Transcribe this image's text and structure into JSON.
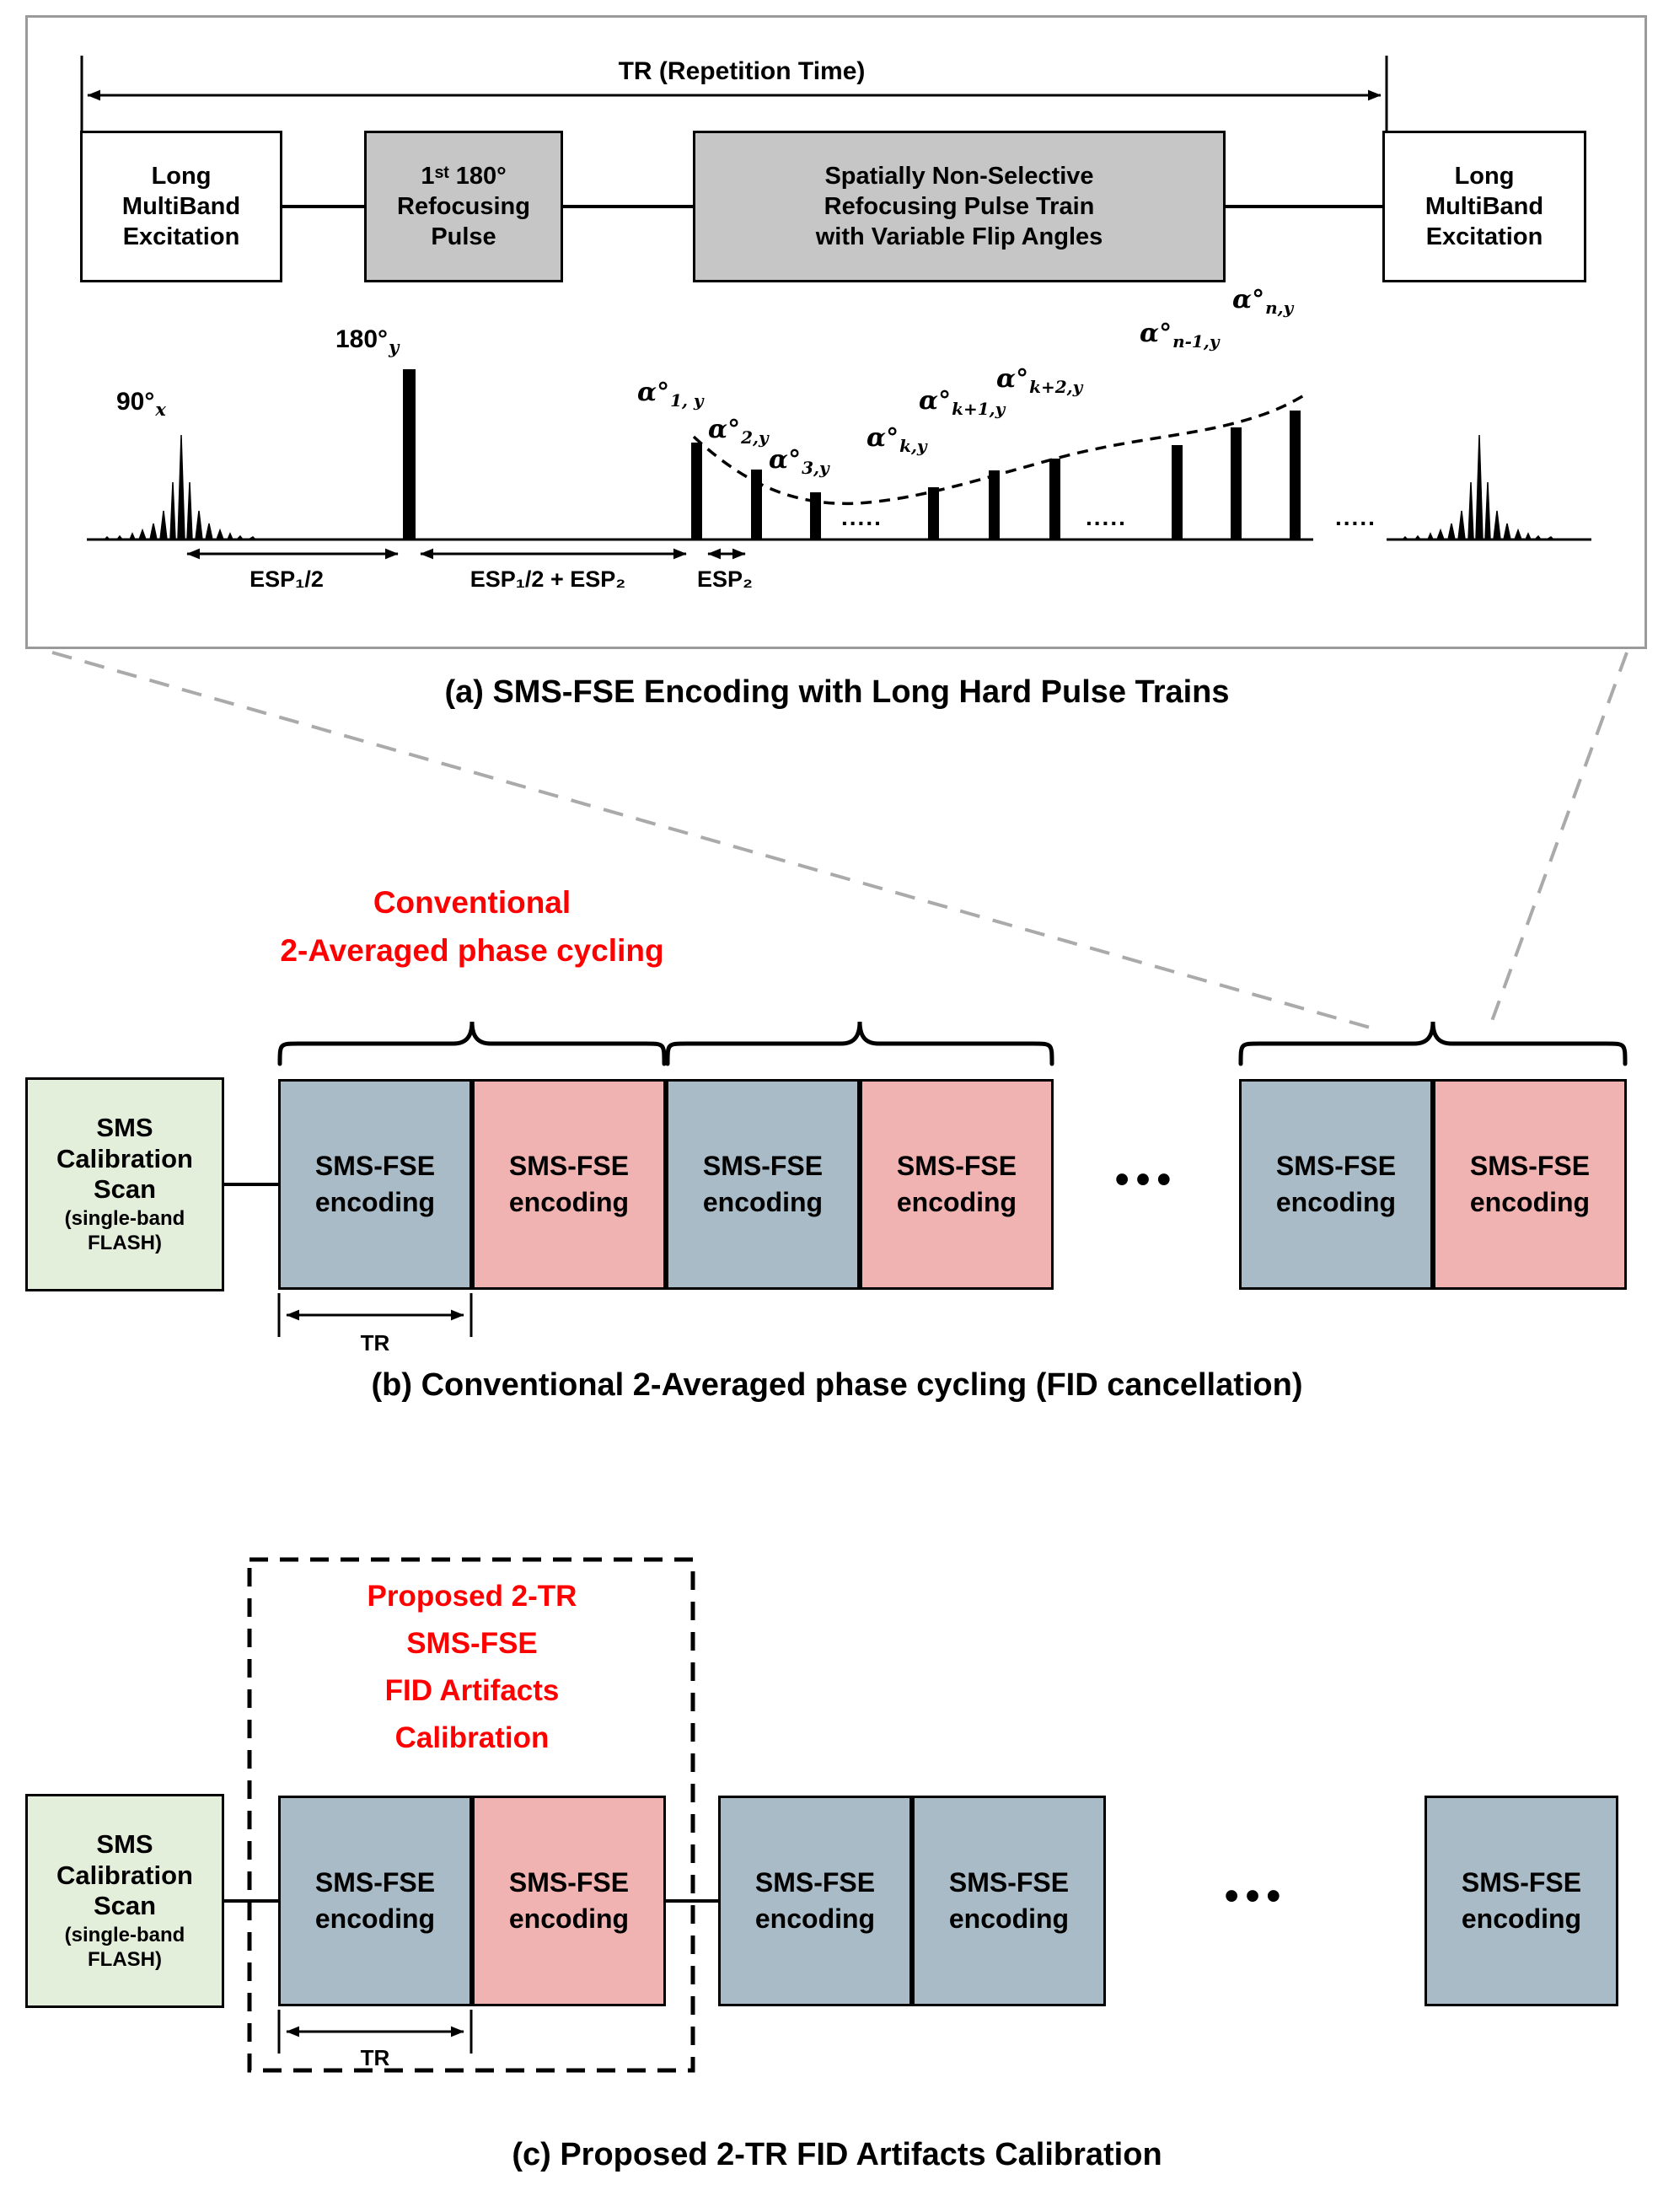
{
  "panel_a": {
    "caption": "(a) SMS-FSE Encoding with Long Hard Pulse Trains",
    "tr_label": "TR (Repetition Time)",
    "boxes": {
      "excitation_left": "Long\nMultiBand\nExcitation",
      "refocus_180": "1ˢᵗ 180°\nRefocusing\nPulse",
      "pulse_train": "Spatially Non-Selective\nRefocusing Pulse Train\nwith Variable Flip Angles",
      "excitation_right": "Long\nMultiBand\nExcitation"
    },
    "pulses": {
      "p90": {
        "base": "90°",
        "sub": "x"
      },
      "p180": {
        "base": "180°",
        "sub": "y"
      },
      "alphas": [
        {
          "base": "α°",
          "sub": "1, y"
        },
        {
          "base": "α°",
          "sub": "2,y"
        },
        {
          "base": "α°",
          "sub": "3,y"
        },
        {
          "base": "α°",
          "sub": "k,y"
        },
        {
          "base": "α°",
          "sub": "k+1,y"
        },
        {
          "base": "α°",
          "sub": "k+2,y"
        },
        {
          "base": "α°",
          "sub": "n-1,y"
        },
        {
          "base": "α°",
          "sub": "n,y"
        }
      ],
      "dots": "....."
    },
    "timing": {
      "esp1_half": "ESP₁/2",
      "esp1_half_plus_esp2": "ESP₁/2 + ESP₂",
      "esp2": "ESP₂"
    }
  },
  "panel_b": {
    "caption": "(b) Conventional 2-Averaged phase cycling (FID cancellation)",
    "highlight": "Conventional\n2-Averaged phase cycling",
    "calibration_box": {
      "title": "SMS\nCalibration\nScan",
      "subtitle": "(single-band\nFLASH)"
    },
    "encoding_label": "SMS-FSE\nencoding",
    "tr_label": "TR",
    "ellipsis": "•••"
  },
  "panel_c": {
    "caption": "(c) Proposed 2-TR FID Artifacts Calibration",
    "highlight": "Proposed 2-TR\nSMS-FSE\nFID Artifacts\nCalibration",
    "calibration_box": {
      "title": "SMS\nCalibration\nScan",
      "subtitle": "(single-band\nFLASH)"
    },
    "encoding_label": "SMS-FSE\nencoding",
    "tr_label": "TR",
    "ellipsis": "•••"
  },
  "colors": {
    "encoding_blue": "#aabbc8",
    "encoding_pink": "#f1b3b1",
    "calibration_green": "#e4efdb",
    "box_gray": "#c6c6c6",
    "highlight_red": "#fe0000",
    "guide_gray": "#aaaaaa"
  }
}
